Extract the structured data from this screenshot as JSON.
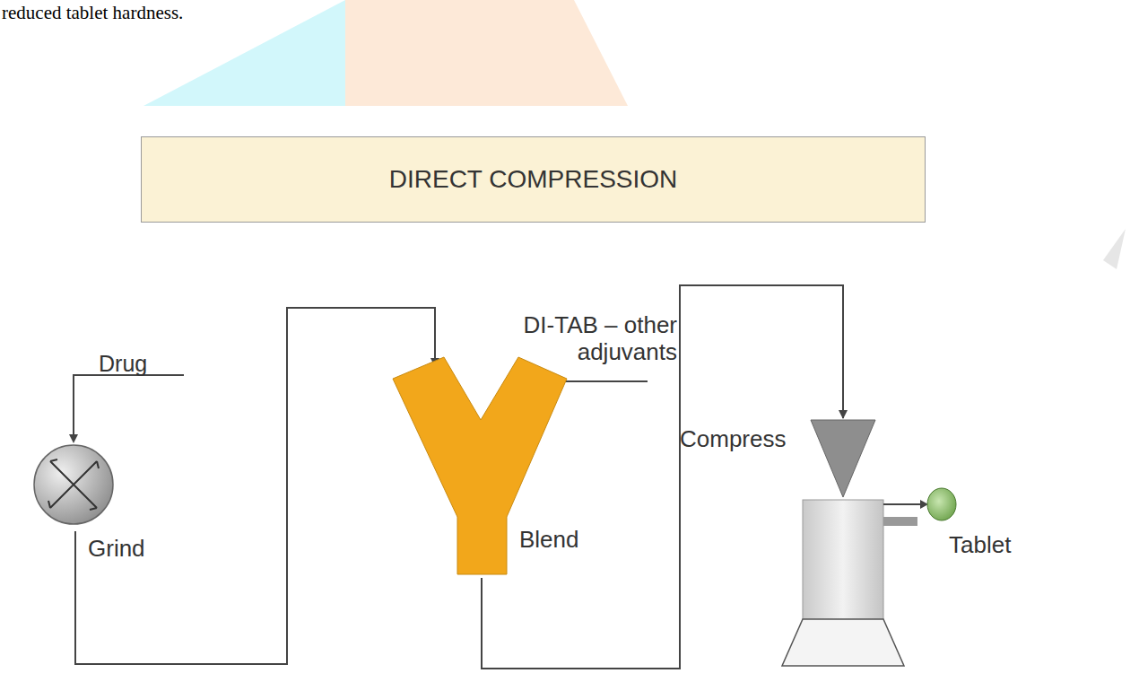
{
  "diagram": {
    "nodes": [
      {
        "text": [
          "DIRECT COMPRESSION"
        ]
      },
      {
        "text": [
          "Grind"
        ]
      },
      {
        "text": [
          "Blend"
        ]
      },
      {
        "text": [
          "Compress"
        ]
      }
    ],
    "edges": [
      {
        "from": 1,
        "to": 2,
        "arrow": "to"
      },
      {
        "from": 2,
        "to": 3,
        "arrow": "to"
      }
    ],
    "labels": [
      "reduced tablet hardness.",
      "Drug",
      "DI-TAB – other adjuvants",
      "Tablet"
    ]
  }
}
